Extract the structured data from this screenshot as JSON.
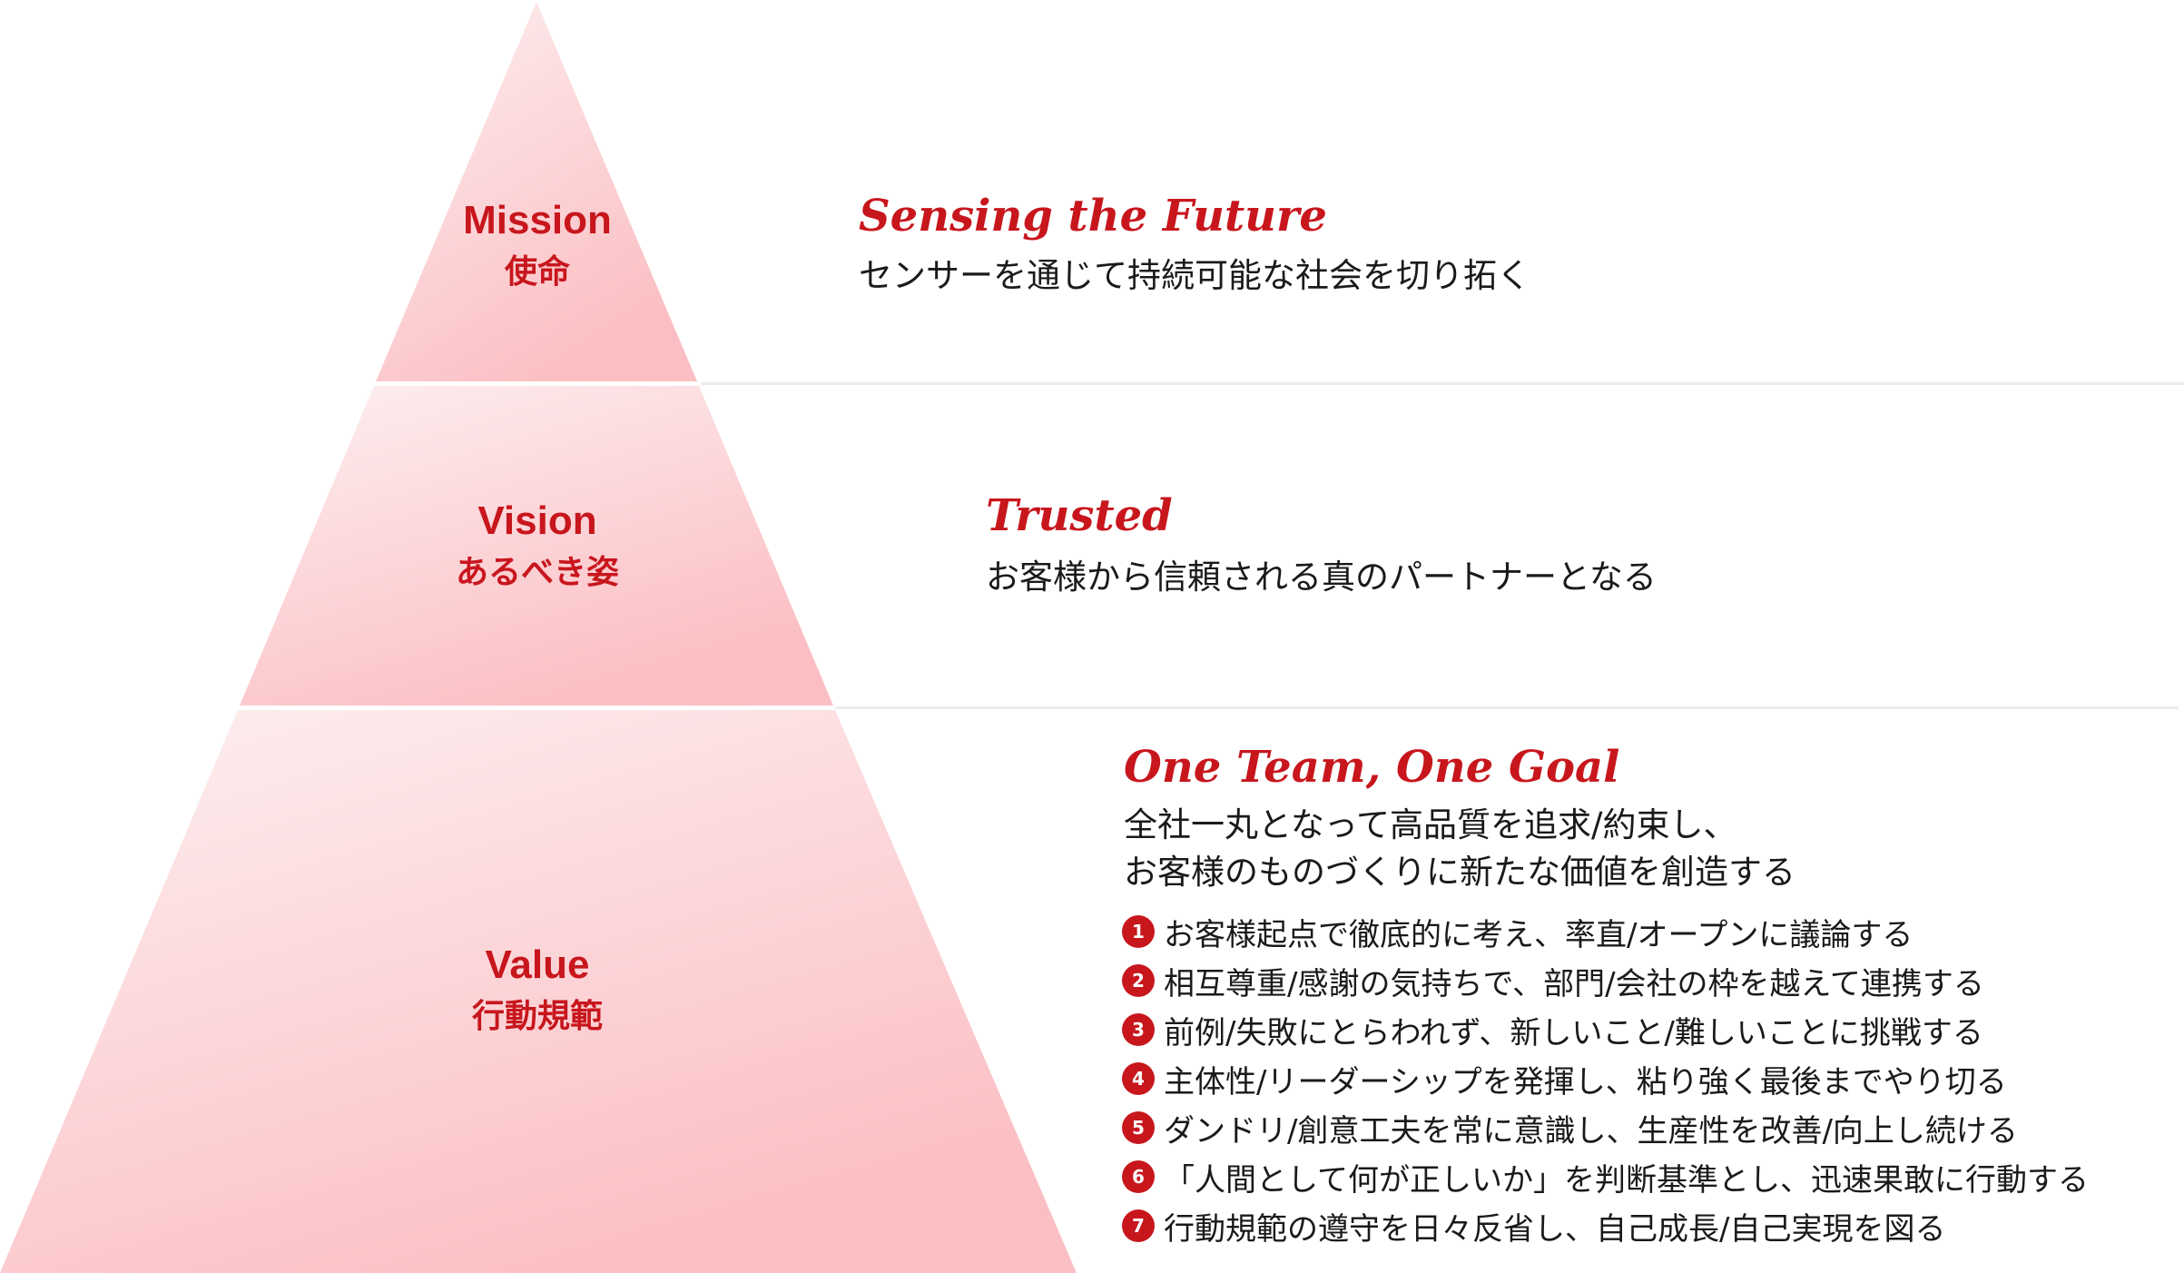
{
  "colors": {
    "accent": "#c8161d",
    "pyramid_light": "#fde8ea",
    "pyramid_dark": "#fbbfc3",
    "divider": "#ececec"
  },
  "mission": {
    "label_en": "Mission",
    "label_ja": "使命",
    "headline": "Sensing the Future",
    "description": "センサーを通じて持続可能な社会を切り拓く"
  },
  "vision": {
    "label_en": "Vision",
    "label_ja": "あるべき姿",
    "headline": "Trusted",
    "description": "お客様から信頼される真のパートナーとなる"
  },
  "value": {
    "label_en": "Value",
    "label_ja": "行動規範",
    "headline": "One Team, One Goal",
    "description_line1": "全社一丸となって高品質を追求/約束し、",
    "description_line2": "お客様のものづくりに新たな価値を創造する",
    "items": [
      {
        "num": "1",
        "text": "お客様起点で徹底的に考え、率直/オープンに議論する"
      },
      {
        "num": "2",
        "text": "相互尊重/感謝の気持ちで、部門/会社の枠を越えて連携する"
      },
      {
        "num": "3",
        "text": "前例/失敗にとらわれず、新しいこと/難しいことに挑戦する"
      },
      {
        "num": "4",
        "text": "主体性/リーダーシップを発揮し、粘り強く最後までやり切る"
      },
      {
        "num": "5",
        "text": "ダンドリ/創意工夫を常に意識し、生産性を改善/向上し続ける"
      },
      {
        "num": "6",
        "text": "「人間として何が正しいか」を判断基準とし、迅速果敢に行動する"
      },
      {
        "num": "7",
        "text": "行動規範の遵守を日々反省し、自己成長/自己実現を図る"
      }
    ]
  }
}
